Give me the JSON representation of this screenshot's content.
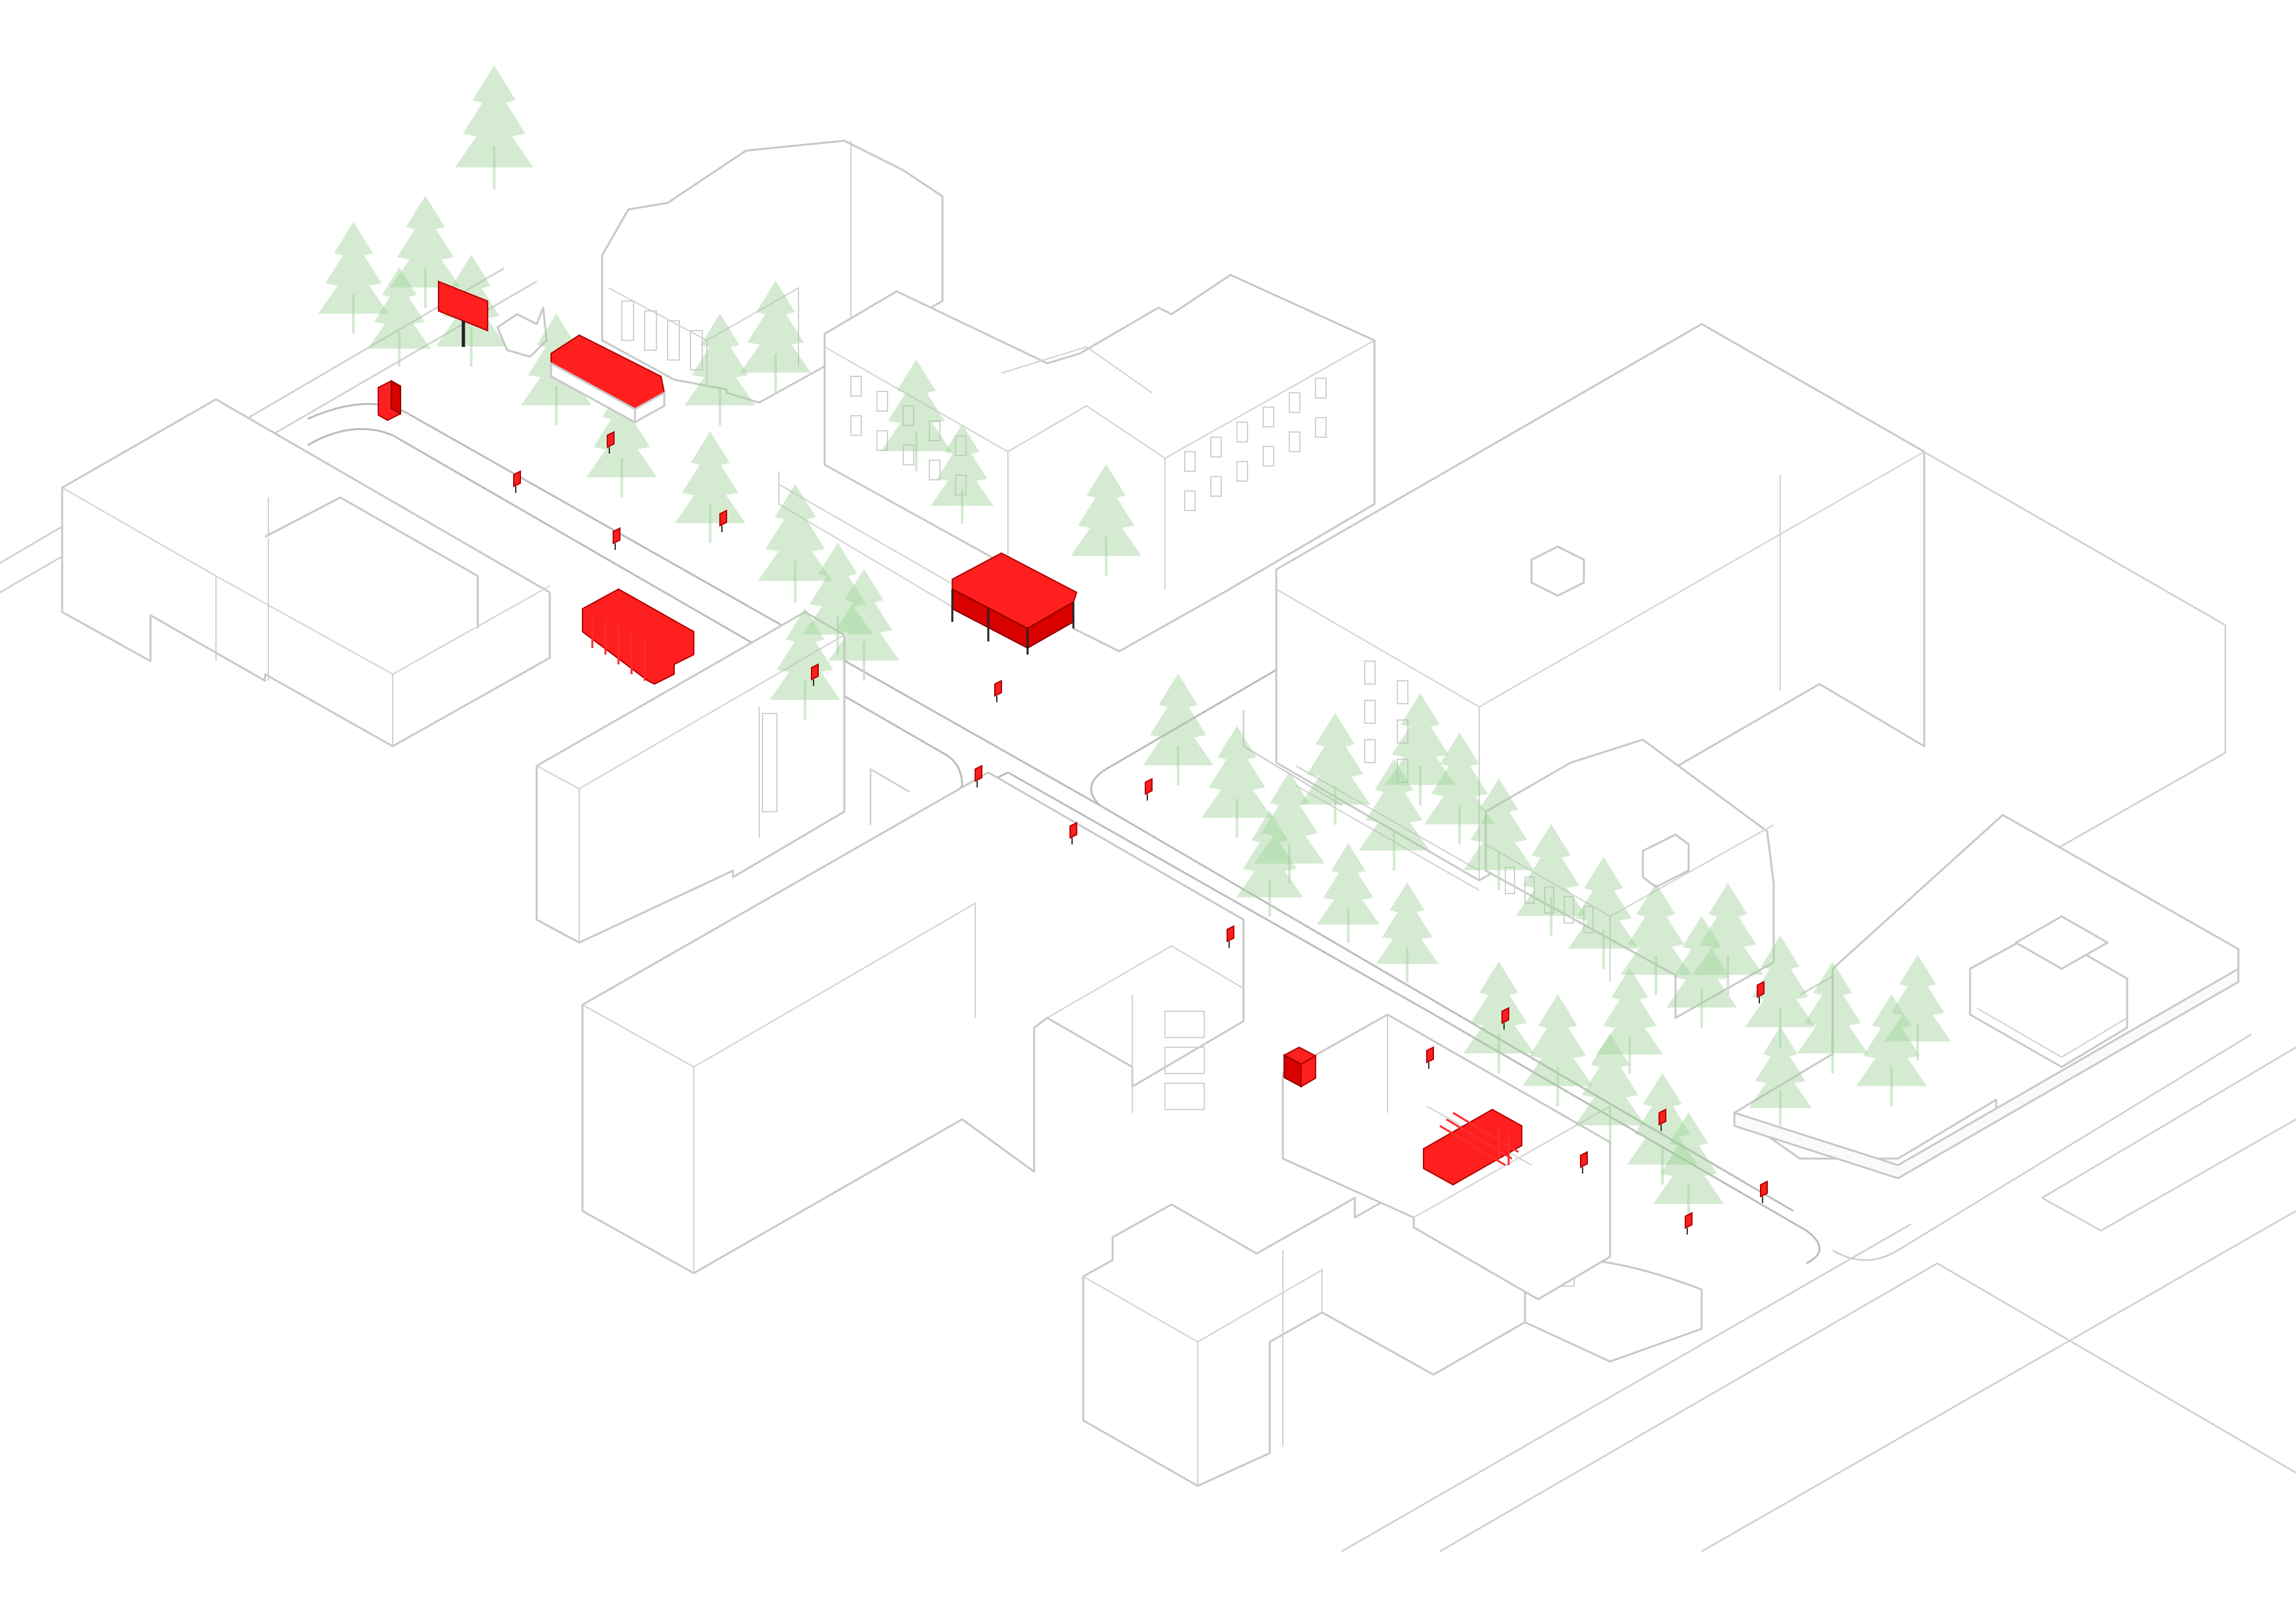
{
  "title": "",
  "palette": {
    "background": "#ffffff",
    "outline": "#c8c8c8",
    "tree": "#9fd39a",
    "intervention": "#ff1f1f"
  },
  "layers": [
    {
      "name": "buildings",
      "color": "#c8c8c8"
    },
    {
      "name": "trees",
      "color": "#9fd39a"
    },
    {
      "name": "interventions",
      "color": "#ff1f1f"
    }
  ],
  "counts": {
    "trees": 44,
    "street_markers": 17,
    "pavilions": 5
  }
}
